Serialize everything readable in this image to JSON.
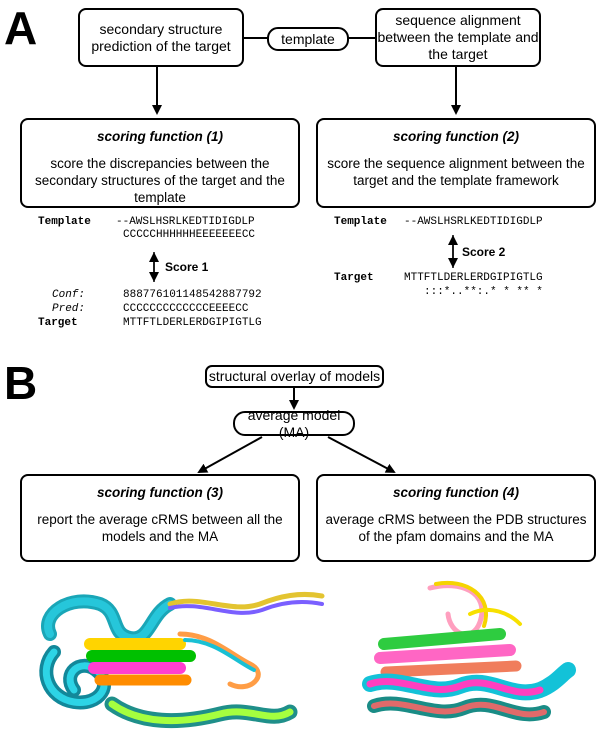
{
  "panel_a": {
    "letter": "A",
    "box_left_top": "secondary structure prediction of the target",
    "template_pill": "template",
    "box_right_top": "sequence alignment between the template and the target",
    "sf1_title": "scoring function (1)",
    "sf1_text": "score the discrepancies between the secondary structures of the target and the template",
    "sf2_title": "scoring function (2)",
    "sf2_text": "score the sequence alignment between the target and the template framework",
    "left_seq": {
      "template_label": "Template",
      "template_seq": "--AWSLHSRLKEDTIDIGDLP",
      "template_ss": "CCCCCHHHHHHEEEEEEECC",
      "score_label": "Score 1",
      "conf_label": "Conf:",
      "conf_seq": "888776101148542887792",
      "pred_label": "Pred:",
      "pred_seq": "CCCCCCCCCCCCCEEEECC",
      "target_label": "Target",
      "target_seq": "MTTFTLDERLERDGIPIGTLG"
    },
    "right_seq": {
      "template_label": "Template",
      "template_seq": "--AWSLHSRLKEDTIDIGDLP",
      "score_label": "Score 2",
      "target_label": "Target",
      "target_seq": "MTTFTLDERLERDGIPIGTLG",
      "match_line": ":::*..**:.* * ** *"
    }
  },
  "panel_b": {
    "letter": "B",
    "overlay_box": "structural overlay of models",
    "average_box": "average model (MA)",
    "sf3_title": "scoring function (3)",
    "sf3_text": "report the average cRMS between all the models and the MA",
    "sf4_title": "scoring function (4)",
    "sf4_text": "average cRMS between the PDB structures of the pfam domains and the MA"
  }
}
